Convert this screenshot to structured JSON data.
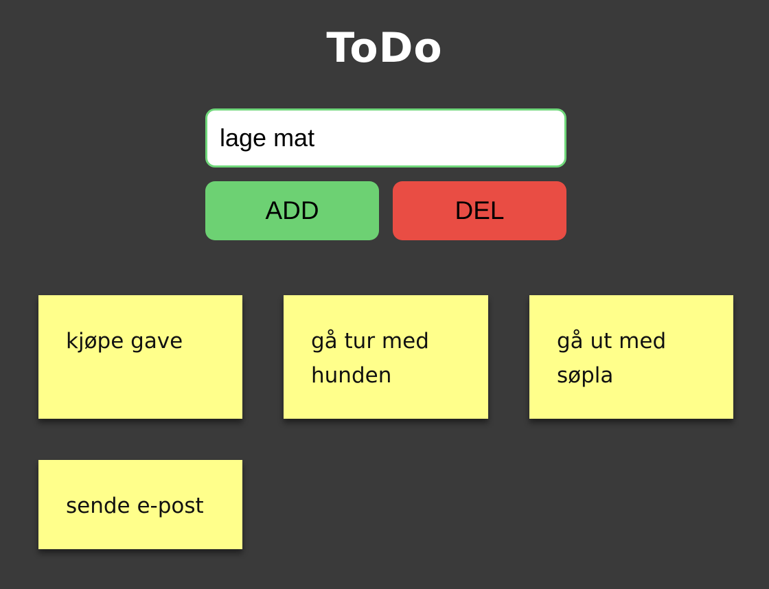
{
  "app": {
    "title": "ToDo"
  },
  "form": {
    "input_value": "lage mat",
    "add_label": "ADD",
    "del_label": "DEL"
  },
  "notes": [
    {
      "text": "kjøpe gave"
    },
    {
      "text": "gå tur med hunden"
    },
    {
      "text": "gå ut med søpla"
    },
    {
      "text": "sende e-post"
    }
  ],
  "colors": {
    "background": "#3a3a3a",
    "input_border": "#6fd77a",
    "add_button": "#6dd173",
    "del_button": "#e94d44",
    "note": "#ffff8b"
  }
}
